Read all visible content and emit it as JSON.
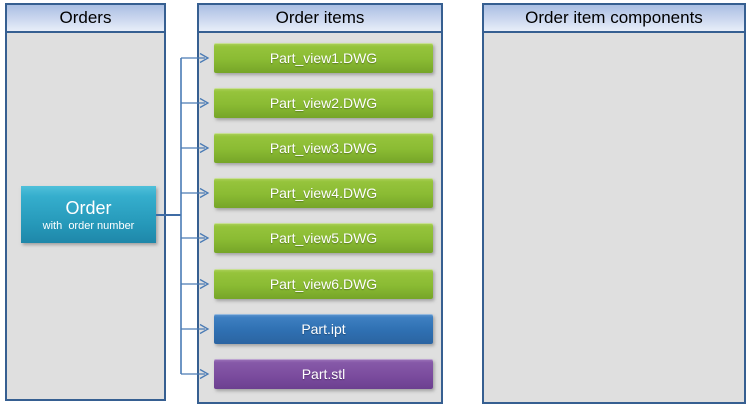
{
  "panels": [
    {
      "title": "Orders"
    },
    {
      "title": "Order items"
    },
    {
      "title": "Order item components"
    }
  ],
  "order_node": {
    "title": "Order",
    "subtitle": "with  order number"
  },
  "order_items": [
    {
      "label": "Part_view1.DWG",
      "type": "dwg"
    },
    {
      "label": "Part_view2.DWG",
      "type": "dwg"
    },
    {
      "label": "Part_view3.DWG",
      "type": "dwg"
    },
    {
      "label": "Part_view4.DWG",
      "type": "dwg"
    },
    {
      "label": "Part_view5.DWG",
      "type": "dwg"
    },
    {
      "label": "Part_view6.DWG",
      "type": "dwg"
    },
    {
      "label": "Part.ipt",
      "type": "ipt"
    },
    {
      "label": "Part.stl",
      "type": "stl"
    }
  ],
  "colors": {
    "panel_border": "#365f91",
    "panel_body": "#dfdfdf",
    "header_gradient_top": "#aabfe3",
    "header_gradient_bottom": "#e8eef9",
    "item_green": "#8abb33",
    "item_blue": "#2f70b2",
    "item_purple": "#7b4c9e",
    "order_teal": "#2597b8",
    "connector_blue": "#4a7bb5",
    "text_on_item": "#ffffff",
    "header_text": "#000000"
  }
}
